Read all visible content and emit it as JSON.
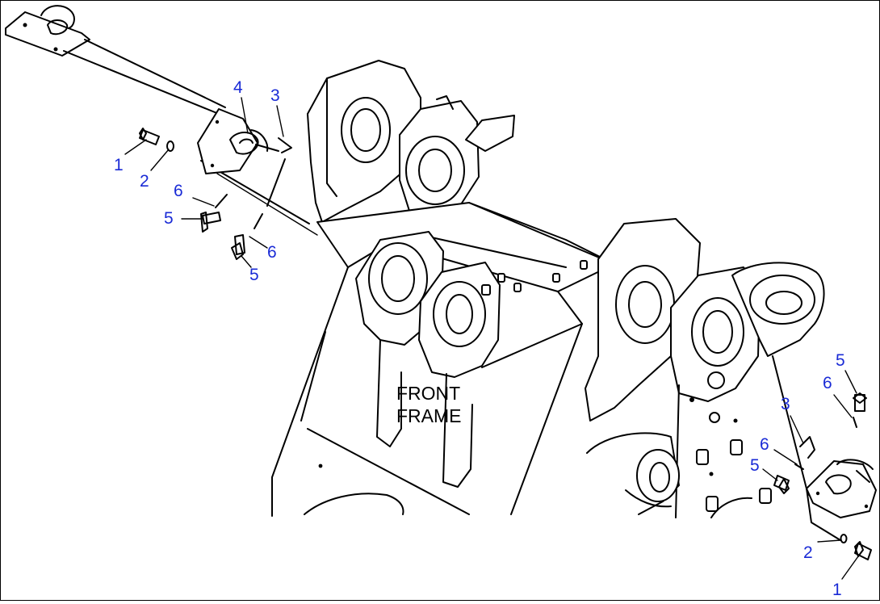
{
  "diagram": {
    "label_front_frame_line1": "FRONT",
    "label_front_frame_line2": "FRAME",
    "callouts_left": {
      "c1": "1",
      "c2": "2",
      "c3": "3",
      "c4": "4",
      "c5a": "5",
      "c5b": "5",
      "c6a": "6",
      "c6b": "6"
    },
    "callouts_right": {
      "c1": "1",
      "c2": "2",
      "c3": "3",
      "c5a": "5",
      "c5b": "5",
      "c6a": "6",
      "c6b": "6"
    },
    "colors": {
      "callout": "#1a2bd6",
      "line": "#000000",
      "background": "#ffffff"
    }
  }
}
